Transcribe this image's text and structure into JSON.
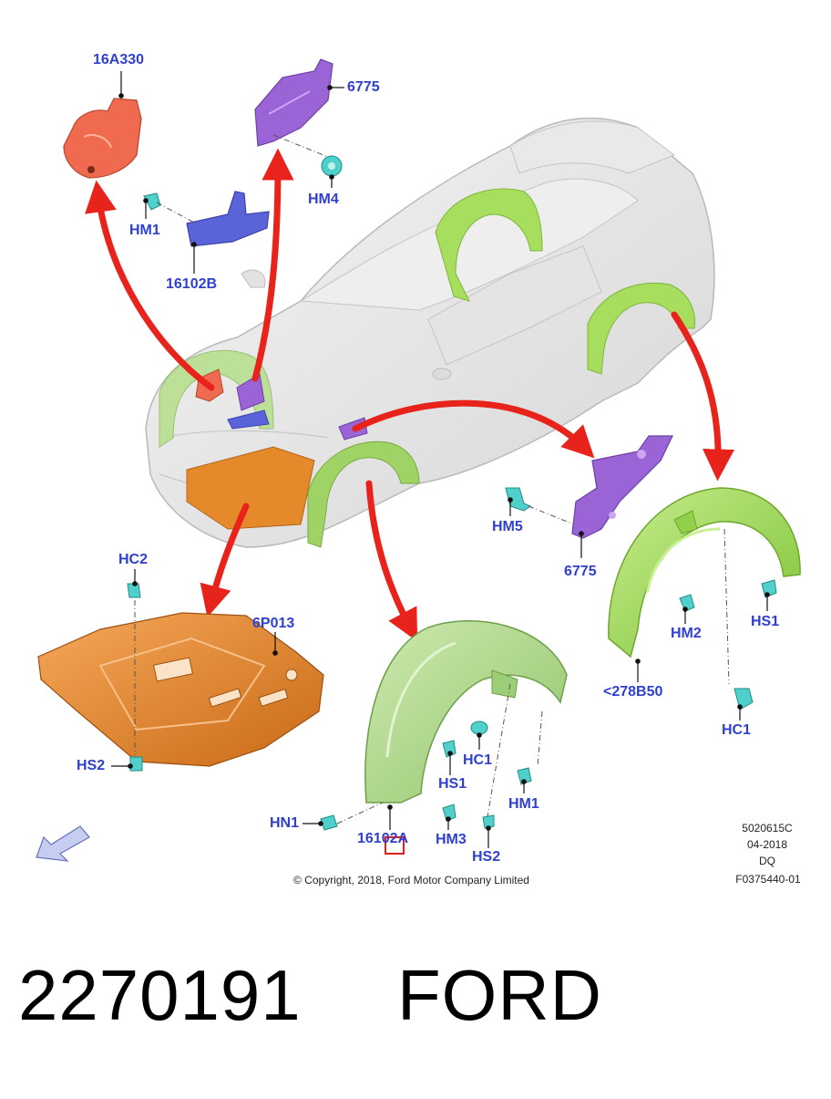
{
  "labels": {
    "p16a330": "16A330",
    "p6775_top": "6775",
    "hm4": "HM4",
    "hm1_top": "HM1",
    "p16102b": "16102B",
    "hm5": "HM5",
    "p6775_mid": "6775",
    "hm2": "HM2",
    "hs1_right": "HS1",
    "p278b50": "<278B50",
    "hc1_right": "HC1",
    "hc2": "HC2",
    "p6p013": "6P013",
    "hs2_left": "HS2",
    "hc1_mid": "HC1",
    "hs1_mid": "HS1",
    "hm1_mid": "HM1",
    "hn1": "HN1",
    "p16102a": "16102A",
    "hm3": "HM3",
    "hs2_mid": "HS2"
  },
  "meta": {
    "code": "5020615C",
    "date": "04-2018",
    "region": "DQ",
    "figure_id": "F0375440-01"
  },
  "copyright": "© Copyright, 2018, Ford Motor Company Limited",
  "footer": {
    "part_number": "2270191",
    "brand": "FORD"
  },
  "colors": {
    "label_blue": "#2f3fd0",
    "arrow_red": "#e8231b",
    "heat_shield_red": "#ef6a4e",
    "insulator_purple": "#9a63d6",
    "shield_blue": "#5a63d8",
    "splash_orange": "#e58a2a",
    "liner_green_light": "#a8dd6a",
    "liner_green_bright": "#8fd43a",
    "fastener_teal": "#3fc9c4"
  }
}
